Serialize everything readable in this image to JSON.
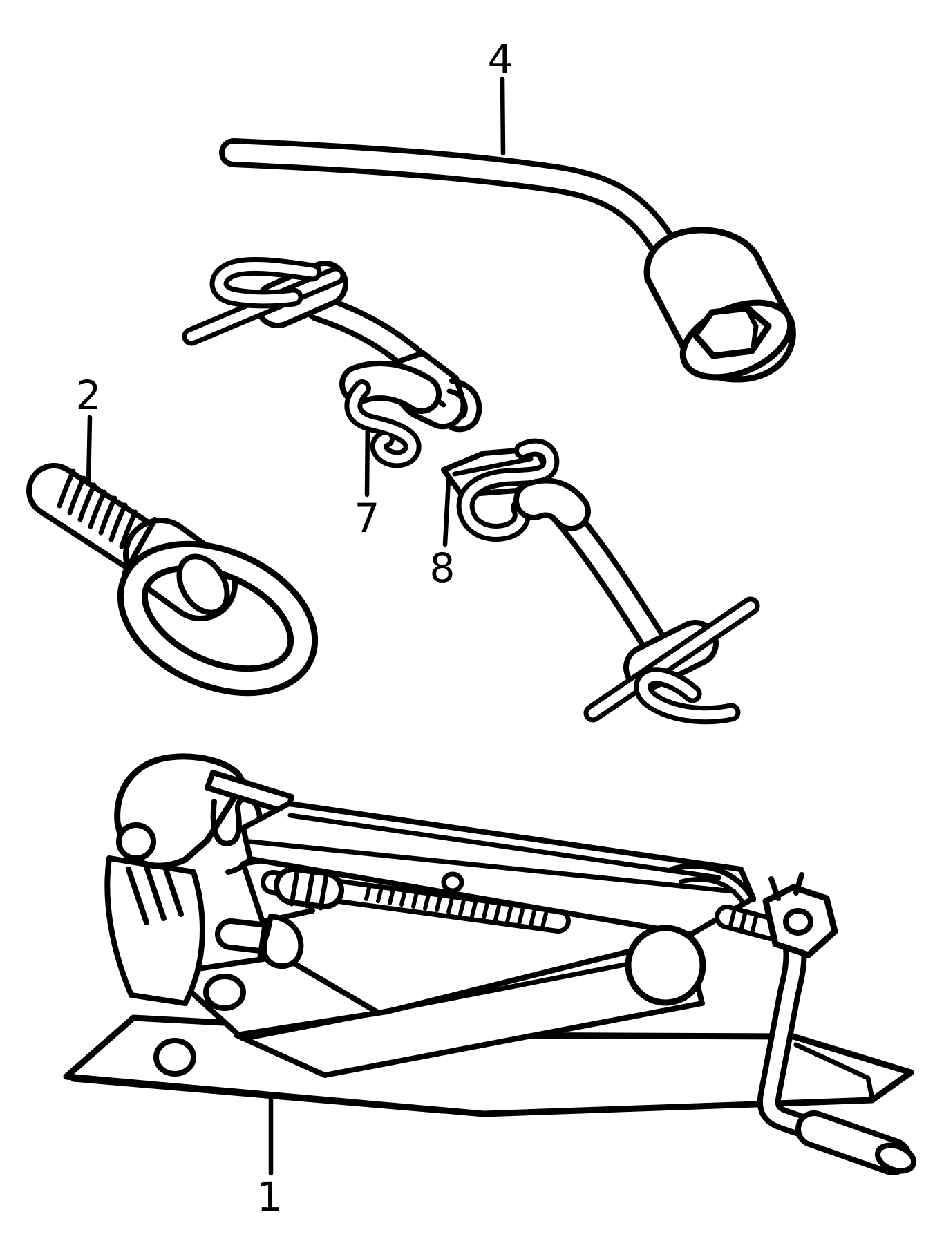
{
  "page": {
    "background": "#ffffff",
    "ink_color": "#000000",
    "type": "parts-line-drawing"
  },
  "diagram": {
    "callouts": [
      {
        "label": "1",
        "points_to": "scissor-jack"
      },
      {
        "label": "2",
        "points_to": "towing-eye-hook"
      },
      {
        "label": "4",
        "points_to": "wheel-bolt-wrench"
      },
      {
        "label": "7",
        "points_to": "tool-holder-clamp-upper"
      },
      {
        "label": "8",
        "points_to": "tool-holder-clamp-lower"
      }
    ]
  }
}
